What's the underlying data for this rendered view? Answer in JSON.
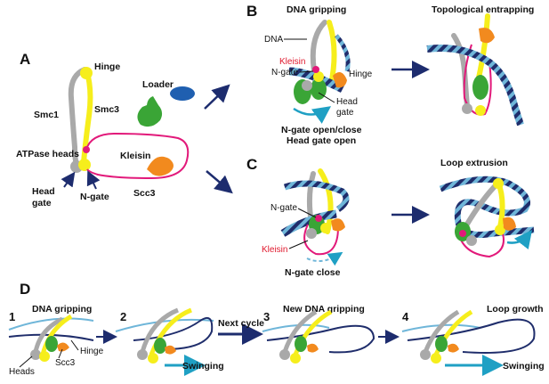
{
  "panels": {
    "a": "A",
    "b": "B",
    "c": "C",
    "d": "D"
  },
  "panel_a": {
    "hinge": "Hinge",
    "smc1": "Smc1",
    "smc3": "Smc3",
    "loader": "Loader",
    "atpase_heads": "ATPase heads",
    "kleisin": "Kleisin",
    "head_gate_line1": "Head",
    "head_gate_line2": "gate",
    "n_gate": "N-gate",
    "scc3": "Scc3"
  },
  "panel_b": {
    "title": "DNA gripping",
    "dna": "DNA",
    "kleisin": "Kleisin",
    "n_gate": "N-gate",
    "hinge": "Hinge",
    "head_gate_line1": "Head",
    "head_gate_line2": "gate",
    "caption_line1": "N-gate open/close",
    "caption_line2": "Head gate open",
    "result_title": "Topological entrapping"
  },
  "panel_c": {
    "n_gate": "N-gate",
    "kleisin": "Kleisin",
    "caption": "N-gate close",
    "result_title": "Loop extrusion"
  },
  "panel_d": {
    "steps": [
      {
        "number": "1",
        "title": "DNA gripping"
      },
      {
        "number": "2",
        "title": ""
      },
      {
        "number": "3",
        "title": "New DNA gripping"
      },
      {
        "number": "4",
        "title": "Loop growth"
      }
    ],
    "next_cycle": "Next cycle",
    "swinging": "Swinging",
    "heads": "Heads",
    "scc3": "Scc3",
    "hinge": "Hinge"
  },
  "colors": {
    "smc1": "#a9a9a9",
    "smc3": "#f6ee1c",
    "kleisin": "#e2197a",
    "scc3": "#f28a1e",
    "loader_green": "#3aa536",
    "loader_blue": "#1f5fb0",
    "dna_navy": "#1f2d6b",
    "dna_light": "#6fb6d9",
    "arrow_navy": "#1d2c6e",
    "swing_cyan": "#1fa0c4",
    "label_red": "#e0182d"
  }
}
